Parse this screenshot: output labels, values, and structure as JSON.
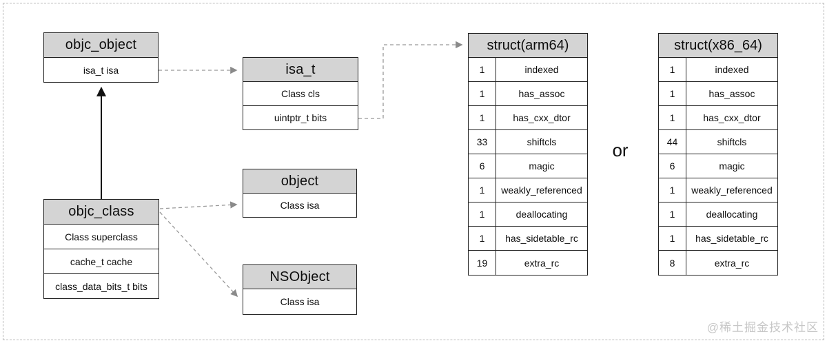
{
  "boxes": {
    "objc_object": {
      "title": "objc_object",
      "rows": [
        "isa_t isa"
      ]
    },
    "objc_class": {
      "title": "objc_class",
      "rows": [
        "Class superclass",
        "cache_t cache",
        "class_data_bits_t bits"
      ]
    },
    "isa_t": {
      "title": "isa_t",
      "rows": [
        "Class cls",
        "uintptr_t bits"
      ]
    },
    "object": {
      "title": "object",
      "rows": [
        "Class isa"
      ]
    },
    "nsobject": {
      "title": "NSObject",
      "rows": [
        "Class isa"
      ]
    }
  },
  "structs": [
    {
      "title": "struct(arm64)",
      "rows": [
        {
          "bits": "1",
          "name": "indexed"
        },
        {
          "bits": "1",
          "name": "has_assoc"
        },
        {
          "bits": "1",
          "name": "has_cxx_dtor"
        },
        {
          "bits": "33",
          "name": "shiftcls"
        },
        {
          "bits": "6",
          "name": "magic"
        },
        {
          "bits": "1",
          "name": "weakly_referenced"
        },
        {
          "bits": "1",
          "name": "deallocating"
        },
        {
          "bits": "1",
          "name": "has_sidetable_rc"
        },
        {
          "bits": "19",
          "name": "extra_rc"
        }
      ]
    },
    {
      "title": "struct(x86_64)",
      "rows": [
        {
          "bits": "1",
          "name": "indexed"
        },
        {
          "bits": "1",
          "name": "has_assoc"
        },
        {
          "bits": "1",
          "name": "has_cxx_dtor"
        },
        {
          "bits": "44",
          "name": "shiftcls"
        },
        {
          "bits": "6",
          "name": "magic"
        },
        {
          "bits": "1",
          "name": "weakly_referenced"
        },
        {
          "bits": "1",
          "name": "deallocating"
        },
        {
          "bits": "1",
          "name": "has_sidetable_rc"
        },
        {
          "bits": "8",
          "name": "extra_rc"
        }
      ]
    }
  ],
  "or_label": "or",
  "watermark": "@稀土掘金技术社区",
  "colors": {
    "header_bg": "#d4d4d4",
    "box_border": "#222222",
    "connector_gray": "#999999",
    "arrow_black": "#111111",
    "frame_dashed": "#b5b5b5",
    "watermark_gray": "#c7c7c7",
    "background": "#ffffff"
  }
}
